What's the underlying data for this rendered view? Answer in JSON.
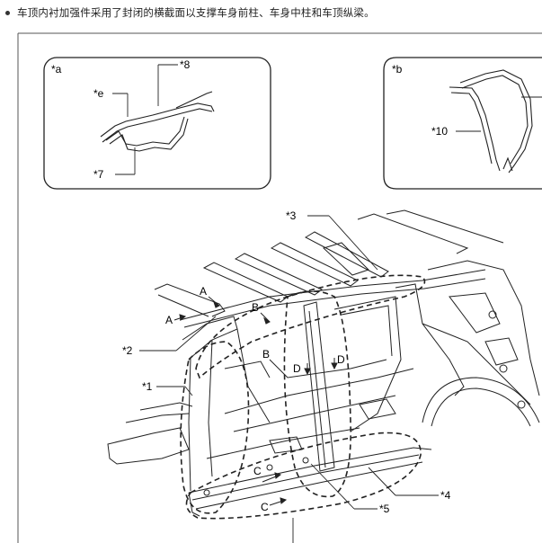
{
  "bullet_text": "车顶内衬加强件采用了封闭的横截面以支撑车身前柱、车身中柱和车顶纵梁。",
  "inset_a": {
    "panel_label": "*a",
    "callouts": [
      "*e",
      "*8",
      "*7"
    ]
  },
  "inset_b": {
    "panel_label": "*b",
    "callouts": [
      "*10"
    ]
  },
  "callouts": [
    "*3",
    "*2",
    "*1",
    "*4",
    "*5"
  ],
  "section_markers": [
    "A",
    "A",
    "B",
    "B",
    "C",
    "C",
    "D",
    "D"
  ]
}
